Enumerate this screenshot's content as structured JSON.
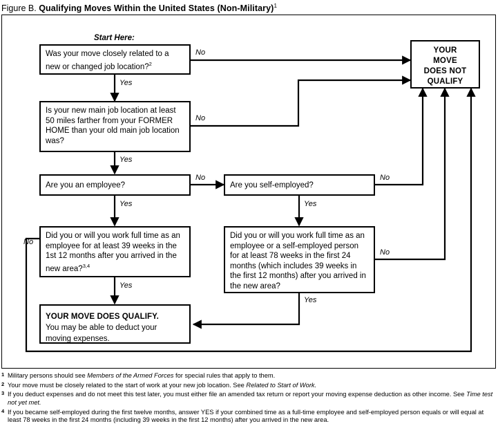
{
  "figure": {
    "label": "Figure B.",
    "name": "Qualifying Moves Within the United States (Non-Military)",
    "title_footnote_mark": "1"
  },
  "start_label": "Start Here:",
  "nodes": {
    "q1": {
      "text": "Was your move closely related to a new or changed job location?",
      "footnote_mark": "2"
    },
    "q2": {
      "text": "Is your new main job location at least 50 miles farther from your FORMER HOME than your old main job location was?"
    },
    "q3_left": {
      "text": "Are you an employee?"
    },
    "q3_right": {
      "text": "Are you self-employed?"
    },
    "q4_left": {
      "text": "Did you or will you work full time as an employee for at least 39 weeks in the 1st 12 months after you arrived in the new area?",
      "footnote_mark": "3,4"
    },
    "q4_right": {
      "text": "Did you or will you work full time as an employee or a self-employed person for at least 78 weeks in the first 24 months (which includes 39 weeks in the first 12 months) after you arrived in the new area?"
    },
    "terminal_no": {
      "line1": "YOUR",
      "line2": "MOVE",
      "line3": "DOES NOT",
      "line4": "QUALIFY"
    },
    "terminal_yes": {
      "heading": "YOUR MOVE DOES QUALIFY.",
      "body": "You may be able to deduct your moving expenses."
    }
  },
  "edge_labels": {
    "q1_no": "No",
    "q1_yes": "Yes",
    "q2_no": "No",
    "q2_yes": "Yes",
    "q3_left_no": "No",
    "q3_left_yes": "Yes",
    "q3_right_no": "No",
    "q3_right_yes": "Yes",
    "q4_left_no": "No",
    "q4_left_yes": "Yes",
    "q4_right_no": "No",
    "q4_right_yes": "Yes"
  },
  "footnotes": [
    {
      "mark": "1",
      "parts": [
        {
          "text": "Military persons should see ",
          "italic": false
        },
        {
          "text": "Members of the Armed Forces",
          "italic": true
        },
        {
          "text": " for special rules that apply to them.",
          "italic": false
        }
      ]
    },
    {
      "mark": "2",
      "parts": [
        {
          "text": "Your move must be closely related to the start of work at your new job location. See ",
          "italic": false
        },
        {
          "text": "Related to Start of Work.",
          "italic": true
        }
      ]
    },
    {
      "mark": "3",
      "parts": [
        {
          "text": "If you deduct expenses and do not meet this test later, you must either file an amended tax return or report your moving expense deduction as other income. See ",
          "italic": false
        },
        {
          "text": "Time test not yet met.",
          "italic": true
        }
      ]
    },
    {
      "mark": "4",
      "parts": [
        {
          "text": "If you became self-employed during the first twelve months, answer YES if your combined time as a full-time employee and self-employed person equals or will equal at least 78 weeks in the first 24 months (including 39 weeks in the first 12 months) after you arrived in the new area.",
          "italic": false
        }
      ]
    }
  ],
  "colors": {
    "ink": "#000000",
    "paper": "#ffffff"
  }
}
